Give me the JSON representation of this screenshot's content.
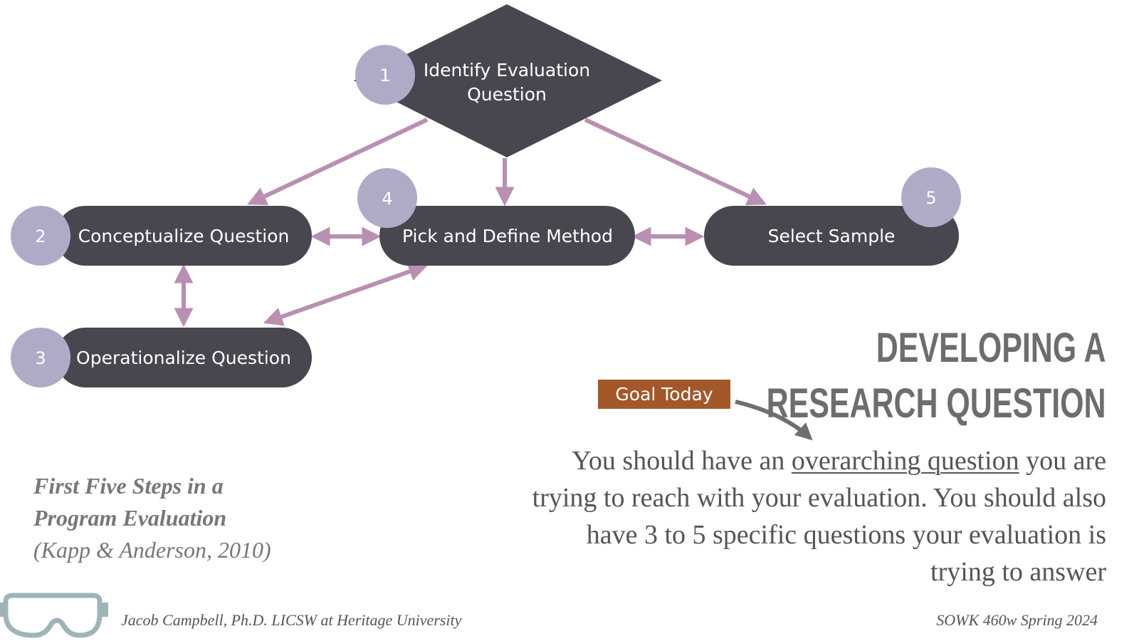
{
  "diagram": {
    "nodes": [
      {
        "number": "1",
        "line1": "Identify Evaluation",
        "line2": "Question"
      },
      {
        "number": "2",
        "label": "Conceptualize Question"
      },
      {
        "number": "3",
        "label": "Operationalize Question"
      },
      {
        "number": "4",
        "label": "Pick and Define Method"
      },
      {
        "number": "5",
        "label": "Select Sample"
      }
    ]
  },
  "goal_badge": "Goal Today",
  "title": {
    "line1": "DEVELOPING A",
    "line2": "RESEARCH QUESTION"
  },
  "body": {
    "pre": "You should have an ",
    "emphasis": "overarching question",
    "post": " you are trying to reach with your evaluation. You should also have 3 to 5 specific questions your evaluation is trying to answer"
  },
  "caption": {
    "line1": "First Five Steps in a",
    "line2": "Program Evaluation",
    "line3": "(Kapp & Anderson, 2010)"
  },
  "footer": {
    "author": "Jacob Campbell, Ph.D. LICSW at Heritage University",
    "course": "SOWK 460w Spring 2024"
  },
  "colors": {
    "node_fill": "#48464f",
    "badge_fill": "#b1aac7",
    "arrow": "#b98fb2",
    "goal_fill": "#a3582a",
    "title": "#6d6d6d"
  }
}
